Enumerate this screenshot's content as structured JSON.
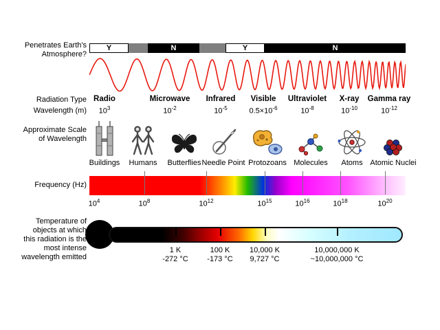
{
  "atmosphere": {
    "label_line1": "Penetrates Earth's",
    "label_line2": "Atmosphere?",
    "segments": [
      {
        "label": "Y"
      },
      {
        "label": ""
      },
      {
        "label": "N"
      },
      {
        "label": ""
      },
      {
        "label": "Y"
      },
      {
        "label": "N"
      }
    ]
  },
  "rows": {
    "radiation_type": "Radiation Type",
    "wavelength": "Wavelength (m)",
    "scale_line1": "Approximate Scale",
    "scale_line2": "of Wavelength",
    "frequency": "Frequency (Hz)",
    "temperature_lines": [
      "Temperature of",
      "objects at which",
      "this radiation is the",
      "most intense",
      "wavelength emitted"
    ]
  },
  "bands": [
    {
      "type": "Radio",
      "wl_base": "10",
      "wl_exp": "3"
    },
    {
      "type": "Microwave",
      "wl_base": "10",
      "wl_exp": "-2"
    },
    {
      "type": "Infrared",
      "wl_base": "10",
      "wl_exp": "-5"
    },
    {
      "type": "Visible",
      "wl_base": "0.5×10",
      "wl_exp": "-6"
    },
    {
      "type": "Ultraviolet",
      "wl_base": "10",
      "wl_exp": "-8"
    },
    {
      "type": "X-ray",
      "wl_base": "10",
      "wl_exp": "-10"
    },
    {
      "type": "Gamma ray",
      "wl_base": "10",
      "wl_exp": "-12"
    }
  ],
  "scale_items": [
    {
      "label": "Buildings",
      "icon": "buildings-icon"
    },
    {
      "label": "Humans",
      "icon": "humans-icon"
    },
    {
      "label": "Butterflies",
      "icon": "butterfly-icon"
    },
    {
      "label": "Needle Point",
      "icon": "needle-icon"
    },
    {
      "label": "Protozoans",
      "icon": "protozoan-icon"
    },
    {
      "label": "Molecules",
      "icon": "molecule-icon"
    },
    {
      "label": "Atoms",
      "icon": "atom-icon"
    },
    {
      "label": "Atomic Nuclei",
      "icon": "atomic-nucleus-icon"
    }
  ],
  "frequency_ticks": [
    {
      "base": "10",
      "exp": "4"
    },
    {
      "base": "10",
      "exp": "8"
    },
    {
      "base": "10",
      "exp": "12"
    },
    {
      "base": "10",
      "exp": "15"
    },
    {
      "base": "10",
      "exp": "16"
    },
    {
      "base": "10",
      "exp": "18"
    },
    {
      "base": "10",
      "exp": "20"
    }
  ],
  "temperature_ticks": [
    {
      "k": "1 K",
      "c": "-272 °C"
    },
    {
      "k": "100 K",
      "c": "-173 °C"
    },
    {
      "k": "10,000 K",
      "c": "9,727 °C"
    },
    {
      "k": "10,000,000 K",
      "c": "~10,000,000 °C"
    }
  ],
  "colors": {
    "wave": "#e8190f",
    "atmosphere_gray": "#7f7f7f"
  }
}
